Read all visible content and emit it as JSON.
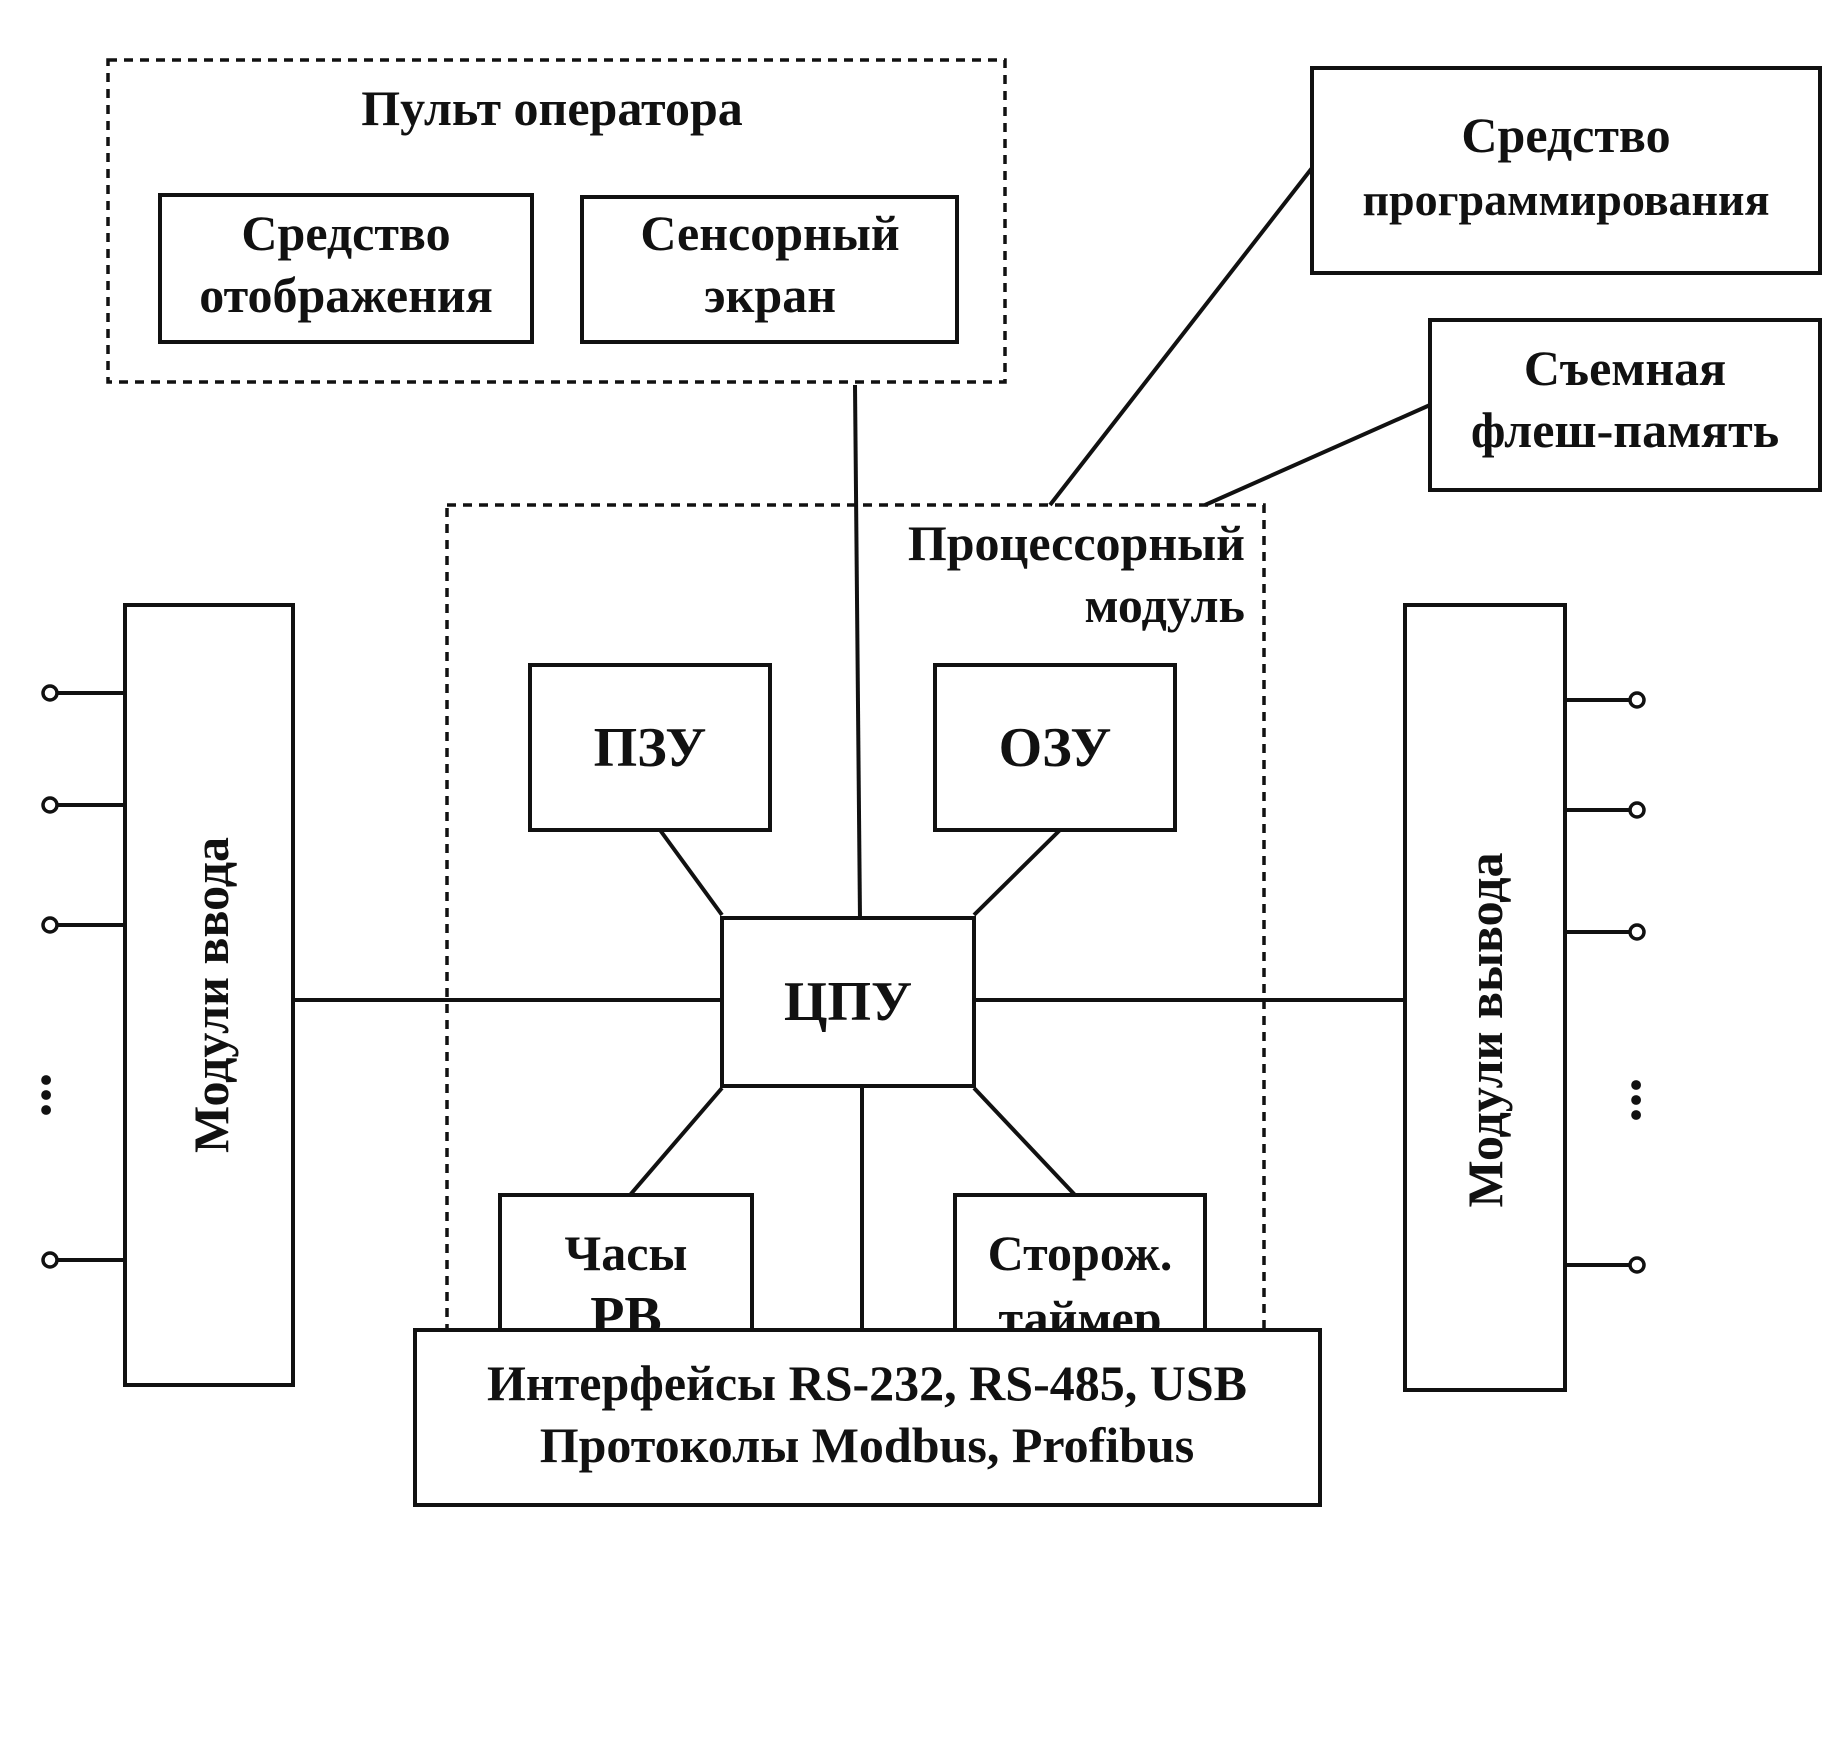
{
  "operator_panel": {
    "title": "Пульт оператора",
    "display": [
      "Средство",
      "отображения"
    ],
    "touchscreen": [
      "Сенсорный",
      "экран"
    ]
  },
  "programming_tool": [
    "Средство",
    "программирования"
  ],
  "flash_memory": [
    "Съемная",
    "флеш-память"
  ],
  "processor_module": {
    "title": [
      "Процессорный",
      "модуль"
    ],
    "rom": "ПЗУ",
    "ram": "ОЗУ",
    "cpu": "ЦПУ",
    "rtc": [
      "Часы",
      "РВ"
    ],
    "watchdog": [
      "Сторож.",
      "таймер"
    ]
  },
  "input_modules": {
    "label": "Модули ввода",
    "ellipsis": "..."
  },
  "output_modules": {
    "label": "Модули вывода",
    "ellipsis": "..."
  },
  "interfaces": [
    "Интерфейсы RS-232, RS-485, USB",
    "Протоколы Modbus, Profibus"
  ]
}
